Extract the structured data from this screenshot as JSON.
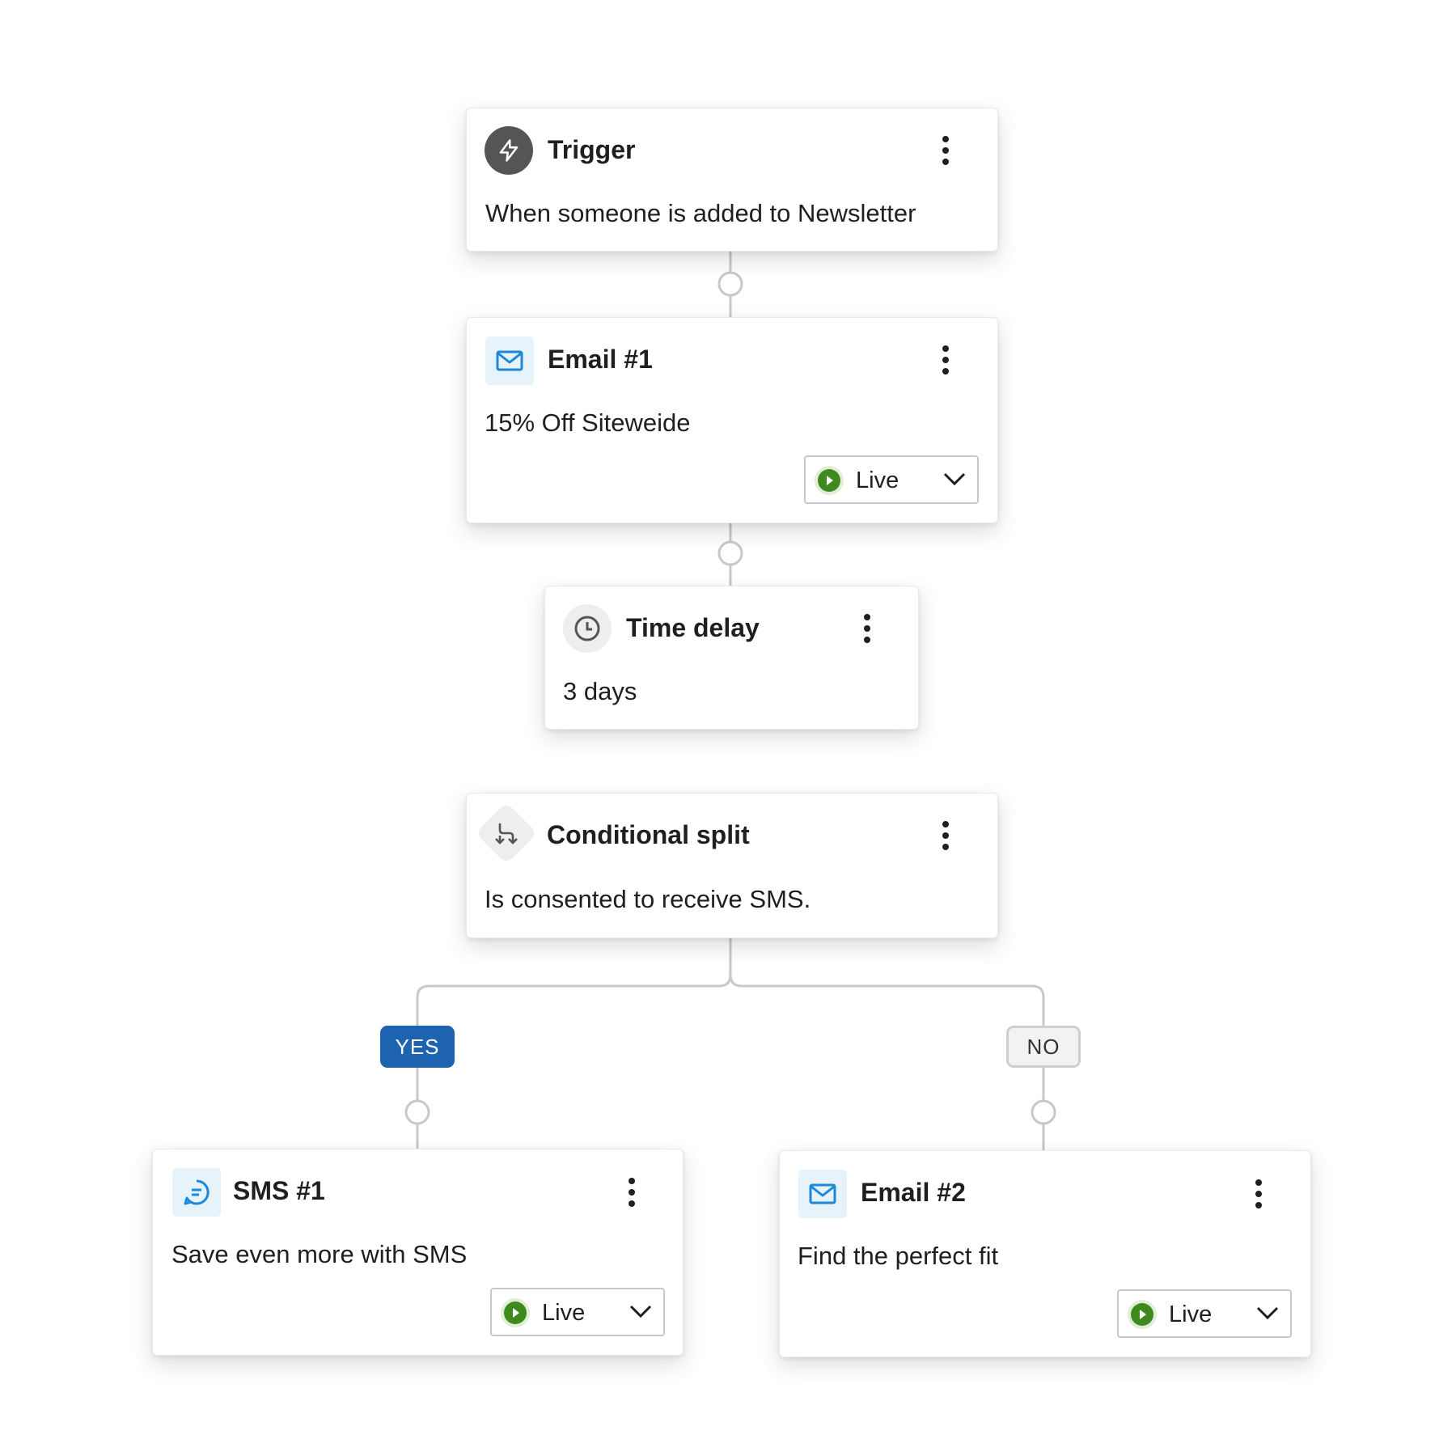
{
  "colors": {
    "connector": "#c4c9cc",
    "live_green": "#3e8a1f",
    "yes_blue": "#1d63b0",
    "email_icon_blue": "#1e88d8"
  },
  "trigger": {
    "icon": "lightning-icon",
    "title": "Trigger",
    "description": "When someone is added to Newsletter"
  },
  "email1": {
    "icon": "envelope-icon",
    "title": "Email #1",
    "description": "15% Off Siteweide",
    "status": "Live"
  },
  "delay": {
    "icon": "clock-icon",
    "title": "Time delay",
    "description": "3 days"
  },
  "split": {
    "icon": "split-arrows-icon",
    "title": "Conditional split",
    "description": "Is consented to receive SMS."
  },
  "branches": {
    "yes": "YES",
    "no": "NO"
  },
  "sms1": {
    "icon": "chat-bubble-icon",
    "title": "SMS #1",
    "description": "Save even more with SMS",
    "status": "Live"
  },
  "email2": {
    "icon": "envelope-icon",
    "title": "Email #2",
    "description": "Find the perfect fit",
    "status": "Live"
  }
}
